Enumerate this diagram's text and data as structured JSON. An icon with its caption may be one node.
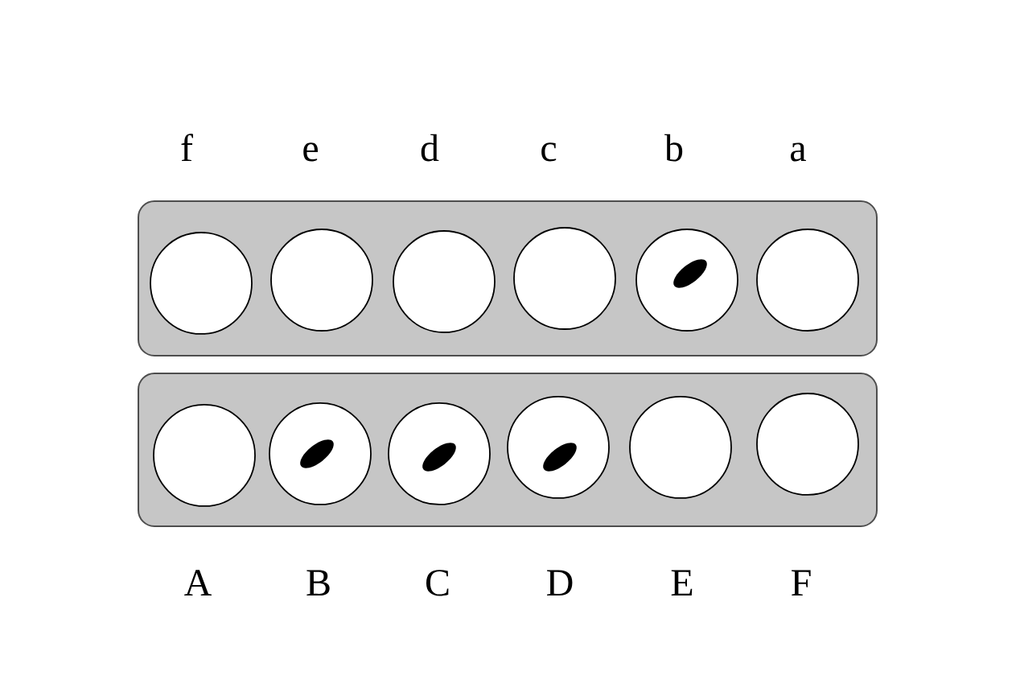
{
  "diagram": {
    "nodes": [
      {
        "text": [],
        "shape": "box"
      },
      {
        "text": [],
        "shape": "circle",
        "in": 0,
        "beside": [
          "f"
        ]
      },
      {
        "text": [],
        "shape": "circle",
        "in": 0,
        "beside": [
          "e"
        ]
      },
      {
        "text": [],
        "shape": "circle",
        "in": 0,
        "beside": [
          "d"
        ]
      },
      {
        "text": [],
        "shape": "circle",
        "in": 0,
        "beside": [
          "c"
        ]
      },
      {
        "text": [],
        "shape": "circle",
        "in": 0,
        "beside": [
          "b"
        ]
      },
      {
        "text": [],
        "shape": "ellipse",
        "in": 5
      },
      {
        "text": [],
        "shape": "circle",
        "in": 0,
        "beside": [
          "a"
        ]
      },
      {
        "text": [],
        "shape": "box"
      },
      {
        "text": [],
        "shape": "circle",
        "in": 8,
        "beside": [
          "A"
        ]
      },
      {
        "text": [],
        "shape": "circle",
        "in": 8,
        "beside": [
          "B"
        ]
      },
      {
        "text": [],
        "shape": "ellipse",
        "in": 10
      },
      {
        "text": [],
        "shape": "circle",
        "in": 8,
        "beside": [
          "C"
        ]
      },
      {
        "text": [],
        "shape": "ellipse",
        "in": 12
      },
      {
        "text": [],
        "shape": "circle",
        "in": 8,
        "beside": [
          "D"
        ]
      },
      {
        "text": [],
        "shape": "ellipse",
        "in": 14
      },
      {
        "text": [],
        "shape": "circle",
        "in": 8,
        "beside": [
          "E"
        ]
      },
      {
        "text": [],
        "shape": "circle",
        "in": 8,
        "beside": [
          "F"
        ]
      }
    ]
  }
}
